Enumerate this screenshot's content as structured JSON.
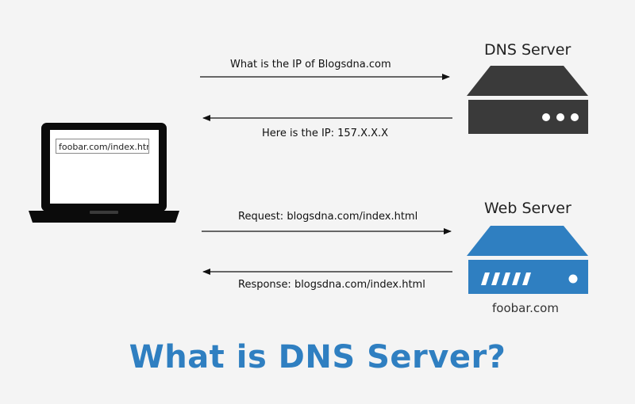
{
  "title": "What is DNS Server?",
  "client": {
    "url": "foobar.com/index.html"
  },
  "dns_server": {
    "label": "DNS Server",
    "color": "#3a3a3a"
  },
  "web_server": {
    "label": "Web Server",
    "hostname": "foobar.com",
    "color": "#2f7fc1"
  },
  "messages": {
    "dns_query": "What is the IP of Blogsdna.com",
    "dns_reply": "Here is the IP: 157.X.X.X",
    "http_request": "Request: blogsdna.com/index.html",
    "http_response": "Response: blogsdna.com/index.html"
  },
  "colors": {
    "background": "#f4f4f4",
    "accent": "#2f7fc1",
    "dark": "#3a3a3a"
  }
}
